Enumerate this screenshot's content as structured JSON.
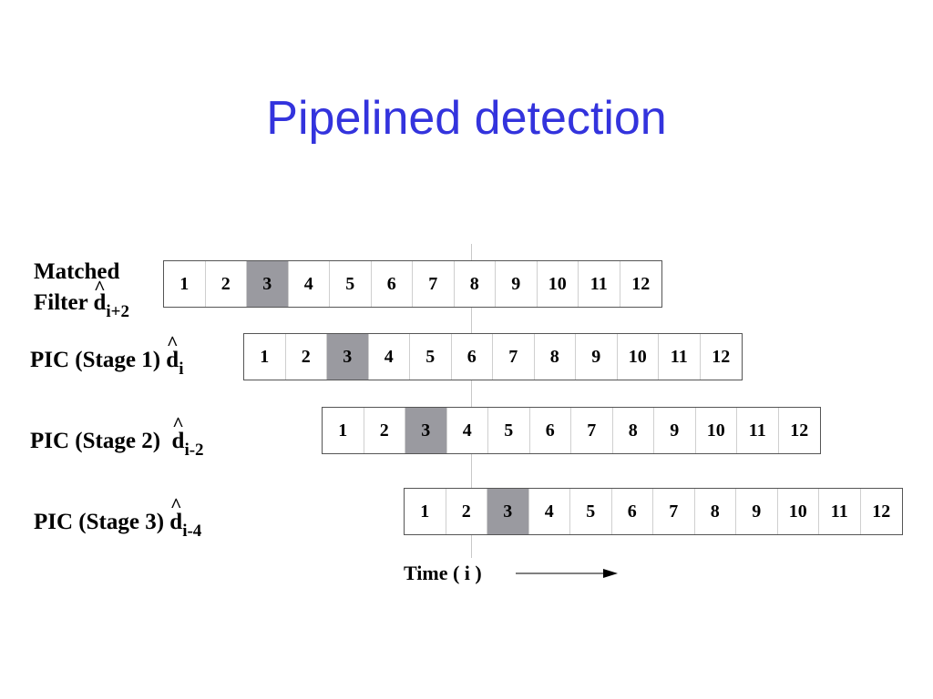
{
  "title": "Pipelined detection",
  "rows": [
    {
      "label_pre": "",
      "label_line1": "Matched",
      "label_line2": "Filter ",
      "symbol": "d",
      "hat": "^",
      "subscript": "i+2",
      "cells": [
        "1",
        "2",
        "3",
        "4",
        "5",
        "6",
        "7",
        "8",
        "9",
        "10",
        "11",
        "12"
      ],
      "highlight_index": 2
    },
    {
      "label_pre": "PIC (Stage 1) ",
      "symbol": "d",
      "hat": "^",
      "subscript": "i",
      "cells": [
        "1",
        "2",
        "3",
        "4",
        "5",
        "6",
        "7",
        "8",
        "9",
        "10",
        "11",
        "12"
      ],
      "highlight_index": 2
    },
    {
      "label_pre": "PIC (Stage 2)  ",
      "symbol": "d",
      "hat": "^",
      "subscript": "i-2",
      "cells": [
        "1",
        "2",
        "3",
        "4",
        "5",
        "6",
        "7",
        "8",
        "9",
        "10",
        "11",
        "12"
      ],
      "highlight_index": 2
    },
    {
      "label_pre": "PIC (Stage 3) ",
      "symbol": "d",
      "hat": "^",
      "subscript": "i-4",
      "cells": [
        "1",
        "2",
        "3",
        "4",
        "5",
        "6",
        "7",
        "8",
        "9",
        "10",
        "11",
        "12"
      ],
      "highlight_index": 2
    }
  ],
  "time_axis": {
    "label": "Time ( i )"
  },
  "colors": {
    "title": "#3333dd",
    "highlight": "#9a9aa0"
  }
}
